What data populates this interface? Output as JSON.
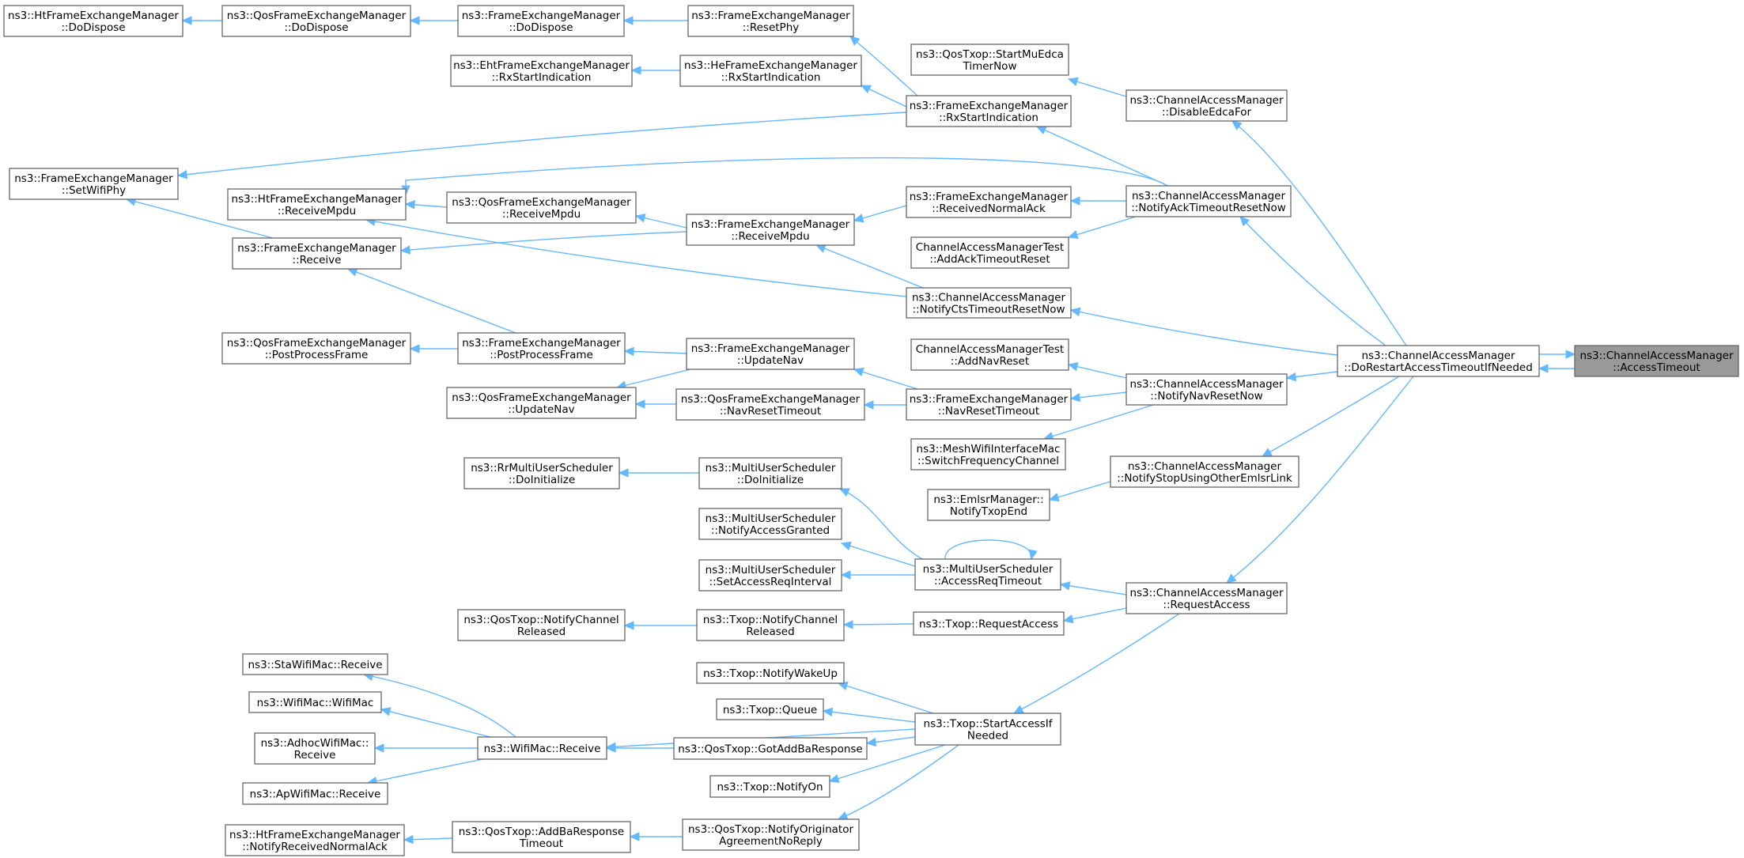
{
  "nodes": {
    "accessTimeout": [
      "ns3::ChannelAccessManager",
      "::AccessTimeout"
    ],
    "doRestart": [
      "ns3::ChannelAccessManager",
      "::DoRestartAccessTimeoutIfNeeded"
    ],
    "disableEdca": [
      "ns3::ChannelAccessManager",
      "::DisableEdcaFor"
    ],
    "notifyAck": [
      "ns3::ChannelAccessManager",
      "::NotifyAckTimeoutResetNow"
    ],
    "notifyCts": [
      "ns3::ChannelAccessManager",
      "::NotifyCtsTimeoutResetNow"
    ],
    "notifyNav": [
      "ns3::ChannelAccessManager",
      "::NotifyNavResetNow"
    ],
    "notifyStop": [
      "ns3::ChannelAccessManager",
      "::NotifyStopUsingOtherEmlsrLink"
    ],
    "requestAccessCAM": [
      "ns3::ChannelAccessManager",
      "::RequestAccess"
    ],
    "startMuEdca": [
      "ns3::QosTxop::StartMuEdca",
      "TimerNow"
    ],
    "fxmRxStart": [
      "ns3::FrameExchangeManager",
      "::RxStartIndication"
    ],
    "fxmResetPhy": [
      "ns3::FrameExchangeManager",
      "::ResetPhy"
    ],
    "fxmDoDispose": [
      "ns3::FrameExchangeManager",
      "::DoDispose"
    ],
    "qosDoDispose": [
      "ns3::QosFrameExchangeManager",
      "::DoDispose"
    ],
    "htDoDispose": [
      "ns3::HtFrameExchangeManager",
      "::DoDispose"
    ],
    "heRxStart": [
      "ns3::HeFrameExchangeManager",
      "::RxStartIndication"
    ],
    "ehtRxStart": [
      "ns3::EhtFrameExchangeManager",
      "::RxStartIndication"
    ],
    "setWifiPhy": [
      "ns3::FrameExchangeManager",
      "::SetWifiPhy"
    ],
    "receivedNormalAck": [
      "ns3::FrameExchangeManager",
      "::ReceivedNormalAck"
    ],
    "addAckTest": [
      "ChannelAccessManagerTest",
      "::AddAckTimeoutReset"
    ],
    "fxmReceiveMpdu": [
      "ns3::FrameExchangeManager",
      "::ReceiveMpdu"
    ],
    "qosReceiveMpdu": [
      "ns3::QosFrameExchangeManager",
      "::ReceiveMpdu"
    ],
    "htReceiveMpdu": [
      "ns3::HtFrameExchangeManager",
      "::ReceiveMpdu"
    ],
    "fxmReceive": [
      "ns3::FrameExchangeManager",
      "::Receive"
    ],
    "fxmPostProcess": [
      "ns3::FrameExchangeManager",
      "::PostProcessFrame"
    ],
    "qosPostProcess": [
      "ns3::QosFrameExchangeManager",
      "::PostProcessFrame"
    ],
    "fxmUpdateNav": [
      "ns3::FrameExchangeManager",
      "::UpdateNav"
    ],
    "qosUpdateNav": [
      "ns3::QosFrameExchangeManager",
      "::UpdateNav"
    ],
    "qosNavReset": [
      "ns3::QosFrameExchangeManager",
      "::NavResetTimeout"
    ],
    "fxmNavReset": [
      "ns3::FrameExchangeManager",
      "::NavResetTimeout"
    ],
    "addNavTest": [
      "ChannelAccessManagerTest",
      "::AddNavReset"
    ],
    "meshSwitch": [
      "ns3::MeshWifiInterfaceMac",
      "::SwitchFrequencyChannel"
    ],
    "emlsrTxopEnd": [
      "ns3::EmlsrManager::",
      "NotifyTxopEnd"
    ],
    "muDoInit": [
      "ns3::MultiUserScheduler",
      "::DoInitialize"
    ],
    "rrDoInit": [
      "ns3::RrMultiUserScheduler",
      "::DoInitialize"
    ],
    "muNotifyGranted": [
      "ns3::MultiUserScheduler",
      "::NotifyAccessGranted"
    ],
    "muSetInterval": [
      "ns3::MultiUserScheduler",
      "::SetAccessReqInterval"
    ],
    "muAccessReq": [
      "ns3::MultiUserScheduler",
      "::AccessReqTimeout"
    ],
    "txopRequestAccess": [
      "ns3::Txop::RequestAccess"
    ],
    "txopNotifyChannel": [
      "ns3::Txop::NotifyChannel",
      "Released"
    ],
    "qosNotifyChannel": [
      "ns3::QosTxop::NotifyChannel",
      "Released"
    ],
    "txopNotifyWake": [
      "ns3::Txop::NotifyWakeUp"
    ],
    "txopQueue": [
      "ns3::Txop::Queue"
    ],
    "txopStartAccess": [
      "ns3::Txop::StartAccessIf",
      "Needed"
    ],
    "qosGotAddBa": [
      "ns3::QosTxop::GotAddBaResponse"
    ],
    "txopNotifyOn": [
      "ns3::Txop::NotifyOn"
    ],
    "qosNotifyOrig": [
      "ns3::QosTxop::NotifyOriginator",
      "AgreementNoReply"
    ],
    "qosAddBaTimeout": [
      "ns3::QosTxop::AddBaResponse",
      "Timeout"
    ],
    "htNotifyAck": [
      "ns3::HtFrameExchangeManager",
      "::NotifyReceivedNormalAck"
    ],
    "wifiMacReceive": [
      "ns3::WifiMac::Receive"
    ],
    "staReceive": [
      "ns3::StaWifiMac::Receive"
    ],
    "wifiMacCtor": [
      "ns3::WifiMac::WifiMac"
    ],
    "adhocReceive": [
      "ns3::AdhocWifiMac::",
      "Receive"
    ],
    "apReceive": [
      "ns3::ApWifiMac::Receive"
    ]
  },
  "edges": [
    [
      "accessTimeout",
      "doRestart"
    ],
    [
      "doRestart",
      "accessTimeout"
    ],
    [
      "doRestart",
      "disableEdca"
    ],
    [
      "doRestart",
      "notifyAck"
    ],
    [
      "doRestart",
      "notifyCts"
    ],
    [
      "doRestart",
      "notifyNav"
    ],
    [
      "doRestart",
      "notifyStop"
    ],
    [
      "doRestart",
      "requestAccessCAM"
    ],
    [
      "disableEdca",
      "startMuEdca"
    ],
    [
      "notifyAck",
      "fxmRxStart"
    ],
    [
      "notifyAck",
      "htReceiveMpdu"
    ],
    [
      "notifyAck",
      "receivedNormalAck"
    ],
    [
      "notifyAck",
      "addAckTest"
    ],
    [
      "fxmRxStart",
      "fxmResetPhy"
    ],
    [
      "fxmRxStart",
      "heRxStart"
    ],
    [
      "fxmRxStart",
      "setWifiPhy"
    ],
    [
      "fxmResetPhy",
      "fxmDoDispose"
    ],
    [
      "fxmDoDispose",
      "qosDoDispose"
    ],
    [
      "qosDoDispose",
      "htDoDispose"
    ],
    [
      "heRxStart",
      "ehtRxStart"
    ],
    [
      "receivedNormalAck",
      "fxmReceiveMpdu"
    ],
    [
      "fxmReceiveMpdu",
      "qosReceiveMpdu"
    ],
    [
      "fxmReceiveMpdu",
      "fxmReceive"
    ],
    [
      "qosReceiveMpdu",
      "htReceiveMpdu"
    ],
    [
      "fxmReceive",
      "setWifiPhy"
    ],
    [
      "notifyCts",
      "fxmReceiveMpdu"
    ],
    [
      "notifyCts",
      "htReceiveMpdu"
    ],
    [
      "notifyNav",
      "addNavTest"
    ],
    [
      "notifyNav",
      "fxmNavReset"
    ],
    [
      "notifyNav",
      "meshSwitch"
    ],
    [
      "fxmNavReset",
      "fxmUpdateNav"
    ],
    [
      "fxmNavReset",
      "qosNavReset"
    ],
    [
      "fxmUpdateNav",
      "fxmPostProcess"
    ],
    [
      "fxmUpdateNav",
      "qosUpdateNav"
    ],
    [
      "fxmPostProcess",
      "fxmReceive"
    ],
    [
      "fxmPostProcess",
      "qosPostProcess"
    ],
    [
      "qosNavReset",
      "qosUpdateNav"
    ],
    [
      "notifyStop",
      "emlsrTxopEnd"
    ],
    [
      "requestAccessCAM",
      "muAccessReq"
    ],
    [
      "requestAccessCAM",
      "txopRequestAccess"
    ],
    [
      "requestAccessCAM",
      "txopStartAccess"
    ],
    [
      "muAccessReq",
      "muAccessReq"
    ],
    [
      "muAccessReq",
      "muDoInit"
    ],
    [
      "muAccessReq",
      "muNotifyGranted"
    ],
    [
      "muAccessReq",
      "muSetInterval"
    ],
    [
      "muDoInit",
      "rrDoInit"
    ],
    [
      "txopRequestAccess",
      "txopNotifyChannel"
    ],
    [
      "txopNotifyChannel",
      "qosNotifyChannel"
    ],
    [
      "txopStartAccess",
      "txopNotifyWake"
    ],
    [
      "txopStartAccess",
      "txopQueue"
    ],
    [
      "txopStartAccess",
      "qosGotAddBa"
    ],
    [
      "txopStartAccess",
      "txopNotifyOn"
    ],
    [
      "txopStartAccess",
      "qosNotifyOrig"
    ],
    [
      "txopStartAccess",
      "wifiMacReceive"
    ],
    [
      "qosGotAddBa",
      "wifiMacReceive"
    ],
    [
      "qosNotifyOrig",
      "qosAddBaTimeout"
    ],
    [
      "qosAddBaTimeout",
      "htNotifyAck"
    ],
    [
      "wifiMacReceive",
      "staReceive"
    ],
    [
      "wifiMacReceive",
      "wifiMacCtor"
    ],
    [
      "wifiMacReceive",
      "adhocReceive"
    ],
    [
      "wifiMacReceive",
      "apReceive"
    ]
  ],
  "focus_node": "accessTimeout",
  "colors": {
    "edge": "#63b8ff",
    "node_border": "#666666",
    "focus_fill": "#999999"
  }
}
